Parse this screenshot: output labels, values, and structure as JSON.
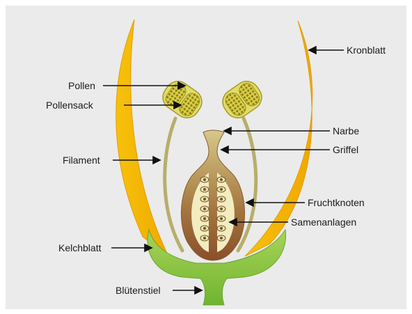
{
  "labels": {
    "kronblatt": "Kronblatt",
    "pollen": "Pollen",
    "pollensack": "Pollensack",
    "narbe": "Narbe",
    "griffel": "Griffel",
    "filament": "Filament",
    "fruchtknoten": "Fruchtknoten",
    "samenanlagen": "Samenanlagen",
    "kelchblatt": "Kelchblatt",
    "bluetenstiel": "Blütenstiel"
  },
  "colors": {
    "background": "#ebebeb",
    "petal": "#f5b800",
    "petal_outline": "#e39b00",
    "green": "#7cc23a",
    "anther_fill": "#d9d24a",
    "pollen_grain": "#8a7a10",
    "filament": "#b5ad6a",
    "pistil": "#9b6b3a",
    "ovary_light": "#f2ecc0",
    "ovule": "#8a6a3a"
  }
}
